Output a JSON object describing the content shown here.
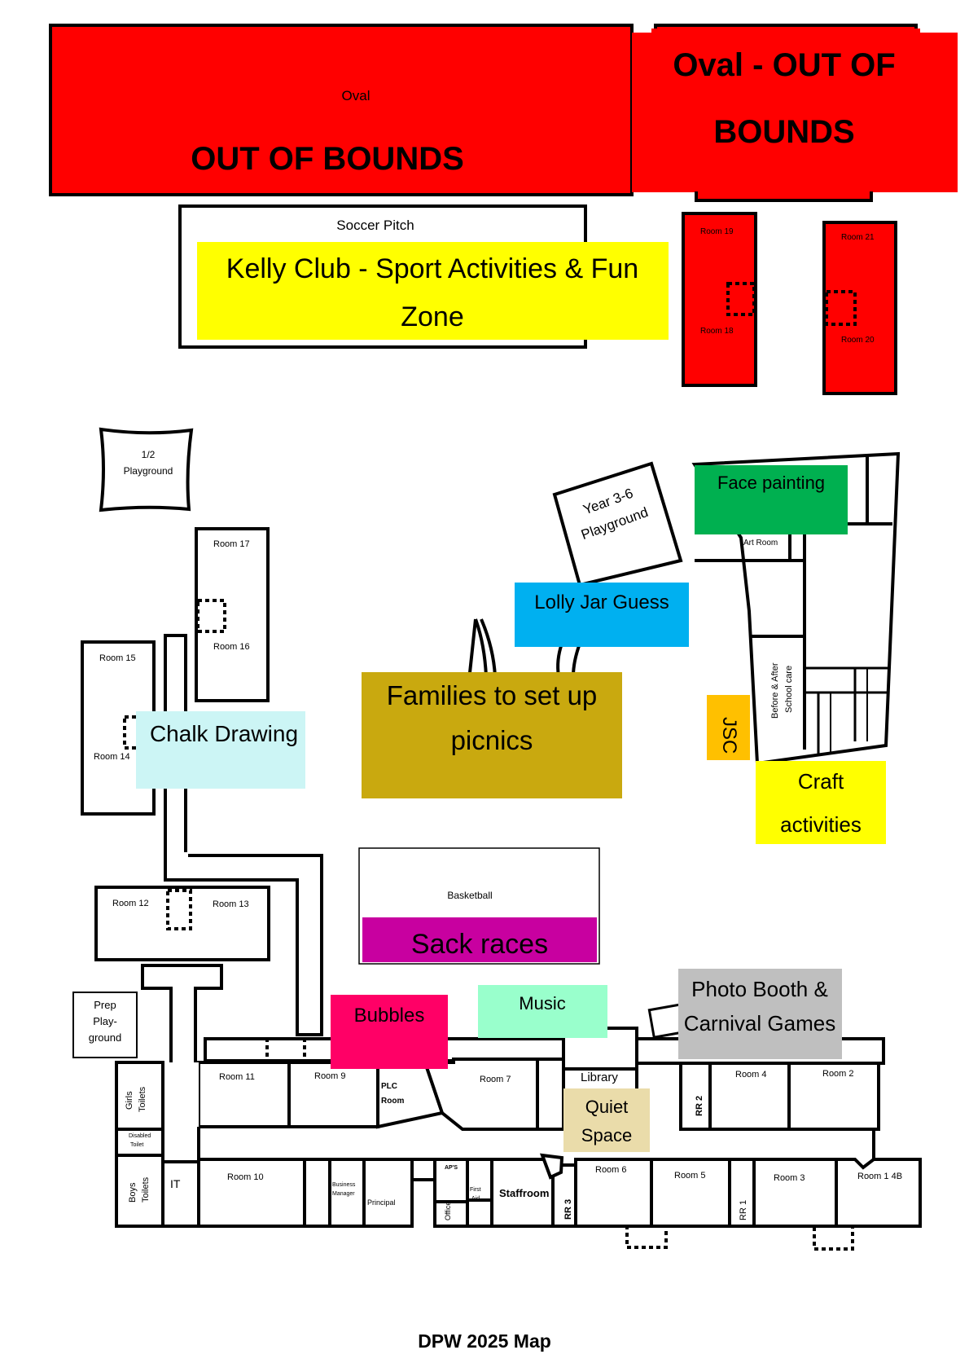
{
  "oval": {
    "small_label": "Oval",
    "main_label": "OUT OF BOUNDS",
    "right_line1": "Oval - OUT OF",
    "right_line2": "BOUNDS"
  },
  "areas": {
    "soccer_pitch": "Soccer Pitch",
    "half_playground_1": "1/2",
    "half_playground_2": "Playground",
    "year36_1": "Year 3-6",
    "year36_2": "Playground",
    "basketball": "Basketball",
    "prep_1": "Prep",
    "prep_2": "Play-",
    "prep_3": "ground",
    "library": "Library",
    "art_room": "Art Room",
    "before_after_1": "Before & After",
    "before_after_2": "School care"
  },
  "rooms": {
    "r1": "Room 1  4B",
    "r2": "Room 2",
    "r3": "Room 3",
    "r4": "Room 4",
    "r5": "Room 5",
    "r6": "Room 6",
    "r7": "Room 7",
    "r9": "Room 9",
    "r10": "Room 10",
    "r11": "Room 11",
    "r12": "Room 12",
    "r13": "Room 13",
    "r14": "Room 14",
    "r15": "Room 15",
    "r16": "Room 16",
    "r17": "Room 17",
    "r18": "Room 18",
    "r19": "Room 19",
    "r20": "Room 20",
    "r21": "Room 21",
    "rr1": "RR 1",
    "rr2": "RR 2",
    "rr3": "RR 3",
    "plc_1": "PLC",
    "plc_2": "Room",
    "girls_toilets_1": "Girls",
    "girls_toilets_2": "Toilets",
    "boys_toilets_1": "Boys",
    "boys_toilets_2": "Toilets",
    "disabled_1": "Disabled",
    "disabled_2": "Toilet",
    "it": "IT",
    "business_1": "Business",
    "business_2": "Manager",
    "principal": "Principal",
    "aps": "AP'S",
    "first_aid_1": "First",
    "first_aid_2": "Aid",
    "office": "Office",
    "staffroom": "Staffroom"
  },
  "activities": {
    "kelly_1": "Kelly Club - Sport Activities & Fun",
    "kelly_2": "Zone",
    "face_painting": "Face painting",
    "lolly_jar": "Lolly Jar Guess",
    "chalk": "Chalk Drawing",
    "picnic_1": "Families to set up",
    "picnic_2": "picnics",
    "jsc": "JSC",
    "craft_1": "Craft",
    "craft_2": "activities",
    "sack": "Sack races",
    "bubbles": "Bubbles",
    "music": "Music",
    "photo_1": "Photo Booth &",
    "photo_2": "Carnival Games",
    "quiet_1": "Quiet",
    "quiet_2": "Space"
  },
  "colors": {
    "out_of_bounds": "#ff0000",
    "kelly_club": "#ffff00",
    "face_painting": "#00b050",
    "lolly_jar": "#00b0f0",
    "chalk": "#ccf5f5",
    "picnics": "#c9a90f",
    "jsc": "#ffc000",
    "craft": "#ffff00",
    "sack_races": "#c800a0",
    "bubbles": "#ff0066",
    "music": "#99ffcc",
    "photo_booth": "#bfbfbf",
    "quiet_space": "#eadcaa"
  },
  "footer": {
    "title": "DPW 2025 Map"
  }
}
